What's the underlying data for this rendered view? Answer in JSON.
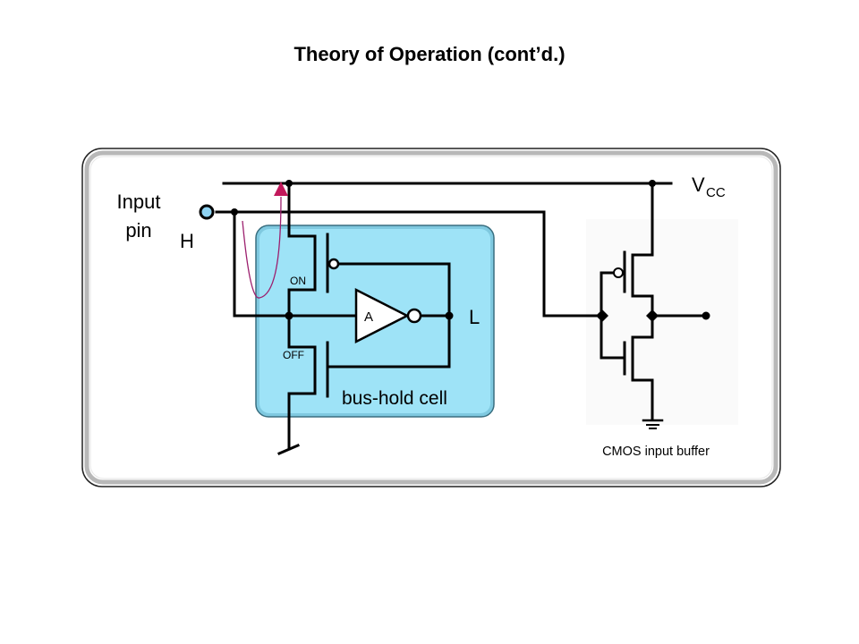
{
  "slide": {
    "title": "Theory of Operation (cont’d.)"
  },
  "diagram": {
    "input_label_line1": "Input",
    "input_label_line2": "pin",
    "input_state": "H",
    "output_state": "L",
    "vcc_label_main": "V",
    "vcc_label_sub": "CC",
    "pmos_state": "ON",
    "nmos_state": "OFF",
    "inverter_label": "A",
    "bus_hold_label": "bus-hold cell",
    "cmos_label": "CMOS input buffer",
    "colors": {
      "bus_hold_fill": "#9ee3f7",
      "input_pin_fill": "#8fd3f2",
      "current_arrow": "#c2185b",
      "wire": "#000000"
    }
  }
}
